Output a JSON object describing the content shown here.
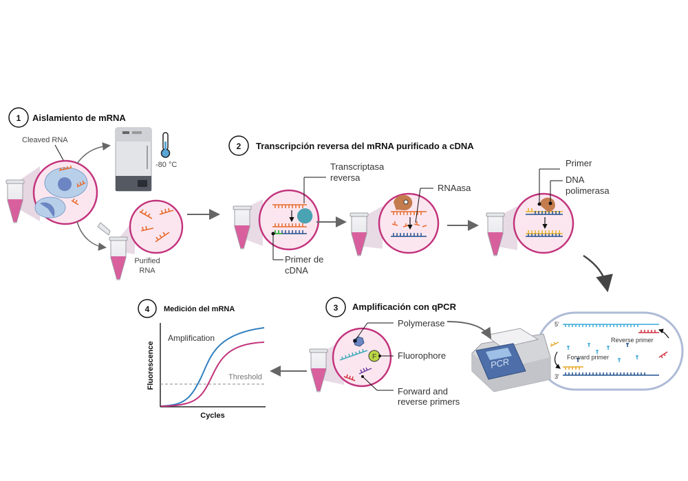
{
  "steps": {
    "s1": {
      "num": "1",
      "title": "Aislamiento de mRNA"
    },
    "s2": {
      "num": "2",
      "title": "Transcripción reversa del mRNA purificado a cDNA"
    },
    "s3": {
      "num": "3",
      "title": "Amplificación con qPCR"
    },
    "s4": {
      "num": "4",
      "title": "Medición del mRNA"
    }
  },
  "labels": {
    "cleaved_rna": "Cleaved RNA",
    "temperature": "-80 °C",
    "purified_1": "Purified",
    "purified_2": "RNA",
    "rt_1": "Transcriptasa",
    "rt_2": "reversa",
    "primer_cdna_1": "Primer de",
    "primer_cdna_2": "cDNA",
    "rnase": "RNAasa",
    "primer": "Primer",
    "dna_pol_1": "DNA",
    "dna_pol_2": "polimerasa",
    "polymerase": "Polymerase",
    "fluorophore": "Fluorophore",
    "fluor_letter": "F",
    "fr_primers_1": "Forward and",
    "fr_primers_2": "reverse primers",
    "pcr": "PCR",
    "five_prime": "5'",
    "three_prime": "3'",
    "reverse_primer": "Reverse primer",
    "forward_primer": "Forward primer"
  },
  "chart": {
    "series_label": "Amplification",
    "threshold_label": "Threshold",
    "xlabel": "Cycles",
    "ylabel": "Fluorescence"
  },
  "colors": {
    "pink": "#d6488f",
    "orange": "#e8682a",
    "blue": "#2f7fc0",
    "darkblue": "#1f4e8c",
    "teal": "#3aa9b8",
    "magenta": "#c2337c",
    "circle_fill": "#fbe6ef",
    "circle_stroke": "#c2337c"
  }
}
